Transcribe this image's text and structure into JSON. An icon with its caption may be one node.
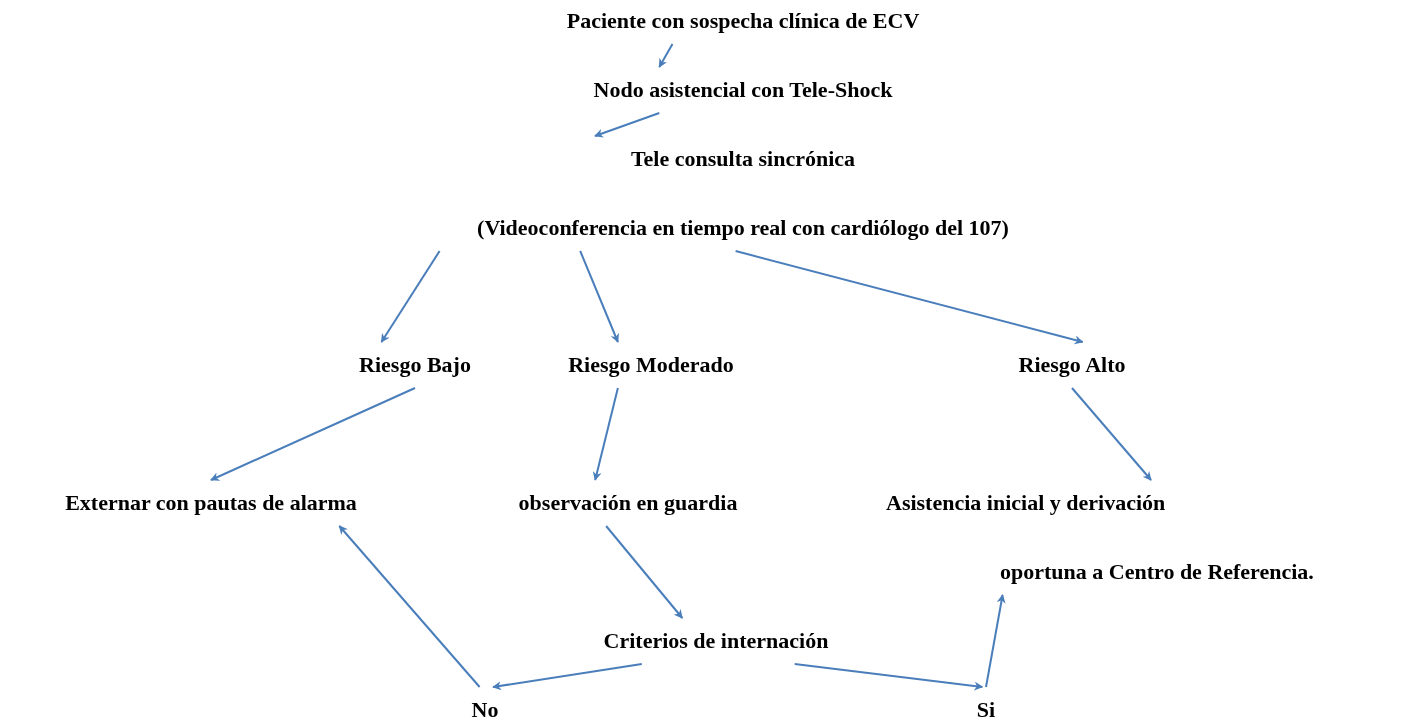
{
  "diagram": {
    "nodes": [
      {
        "text": [
          "Paciente con sospecha clínica de ECV"
        ]
      },
      {
        "text": [
          "Nodo asistencial con Tele-Shock"
        ]
      },
      {
        "text": [
          "Tele consulta sincrónica",
          "(Videoconferencia en tiempo real con cardiólogo del 107)"
        ]
      },
      {
        "text": [
          "Riesgo Bajo"
        ]
      },
      {
        "text": [
          "Riesgo Moderado"
        ]
      },
      {
        "text": [
          "Riesgo Alto"
        ]
      },
      {
        "text": [
          "Externar con pautas de alarma"
        ]
      },
      {
        "text": [
          "observación en guardia"
        ]
      },
      {
        "text": [
          "Asistencia inicial y derivación",
          "oportuna a Centro de Referencia."
        ]
      },
      {
        "text": [
          "Criterios de internación"
        ]
      },
      {
        "text": [
          "No"
        ]
      },
      {
        "text": [
          "Si"
        ]
      }
    ],
    "edges": [
      {
        "from": 0,
        "to": 1,
        "arrow": "to"
      },
      {
        "from": 1,
        "to": 2,
        "arrow": "to"
      },
      {
        "from": 2,
        "to": 3,
        "arrow": "to"
      },
      {
        "from": 2,
        "to": 4,
        "arrow": "to"
      },
      {
        "from": 2,
        "to": 5,
        "arrow": "to"
      },
      {
        "from": 3,
        "to": 6,
        "arrow": "to"
      },
      {
        "from": 4,
        "to": 7,
        "arrow": "to"
      },
      {
        "from": 5,
        "to": 8,
        "arrow": "to"
      },
      {
        "from": 7,
        "to": 9,
        "arrow": "to"
      },
      {
        "from": 9,
        "to": 10,
        "arrow": "to"
      },
      {
        "from": 9,
        "to": 11,
        "arrow": "to"
      },
      {
        "from": 10,
        "to": 6,
        "arrow": "to"
      },
      {
        "from": 11,
        "to": 8,
        "arrow": "to"
      }
    ]
  }
}
